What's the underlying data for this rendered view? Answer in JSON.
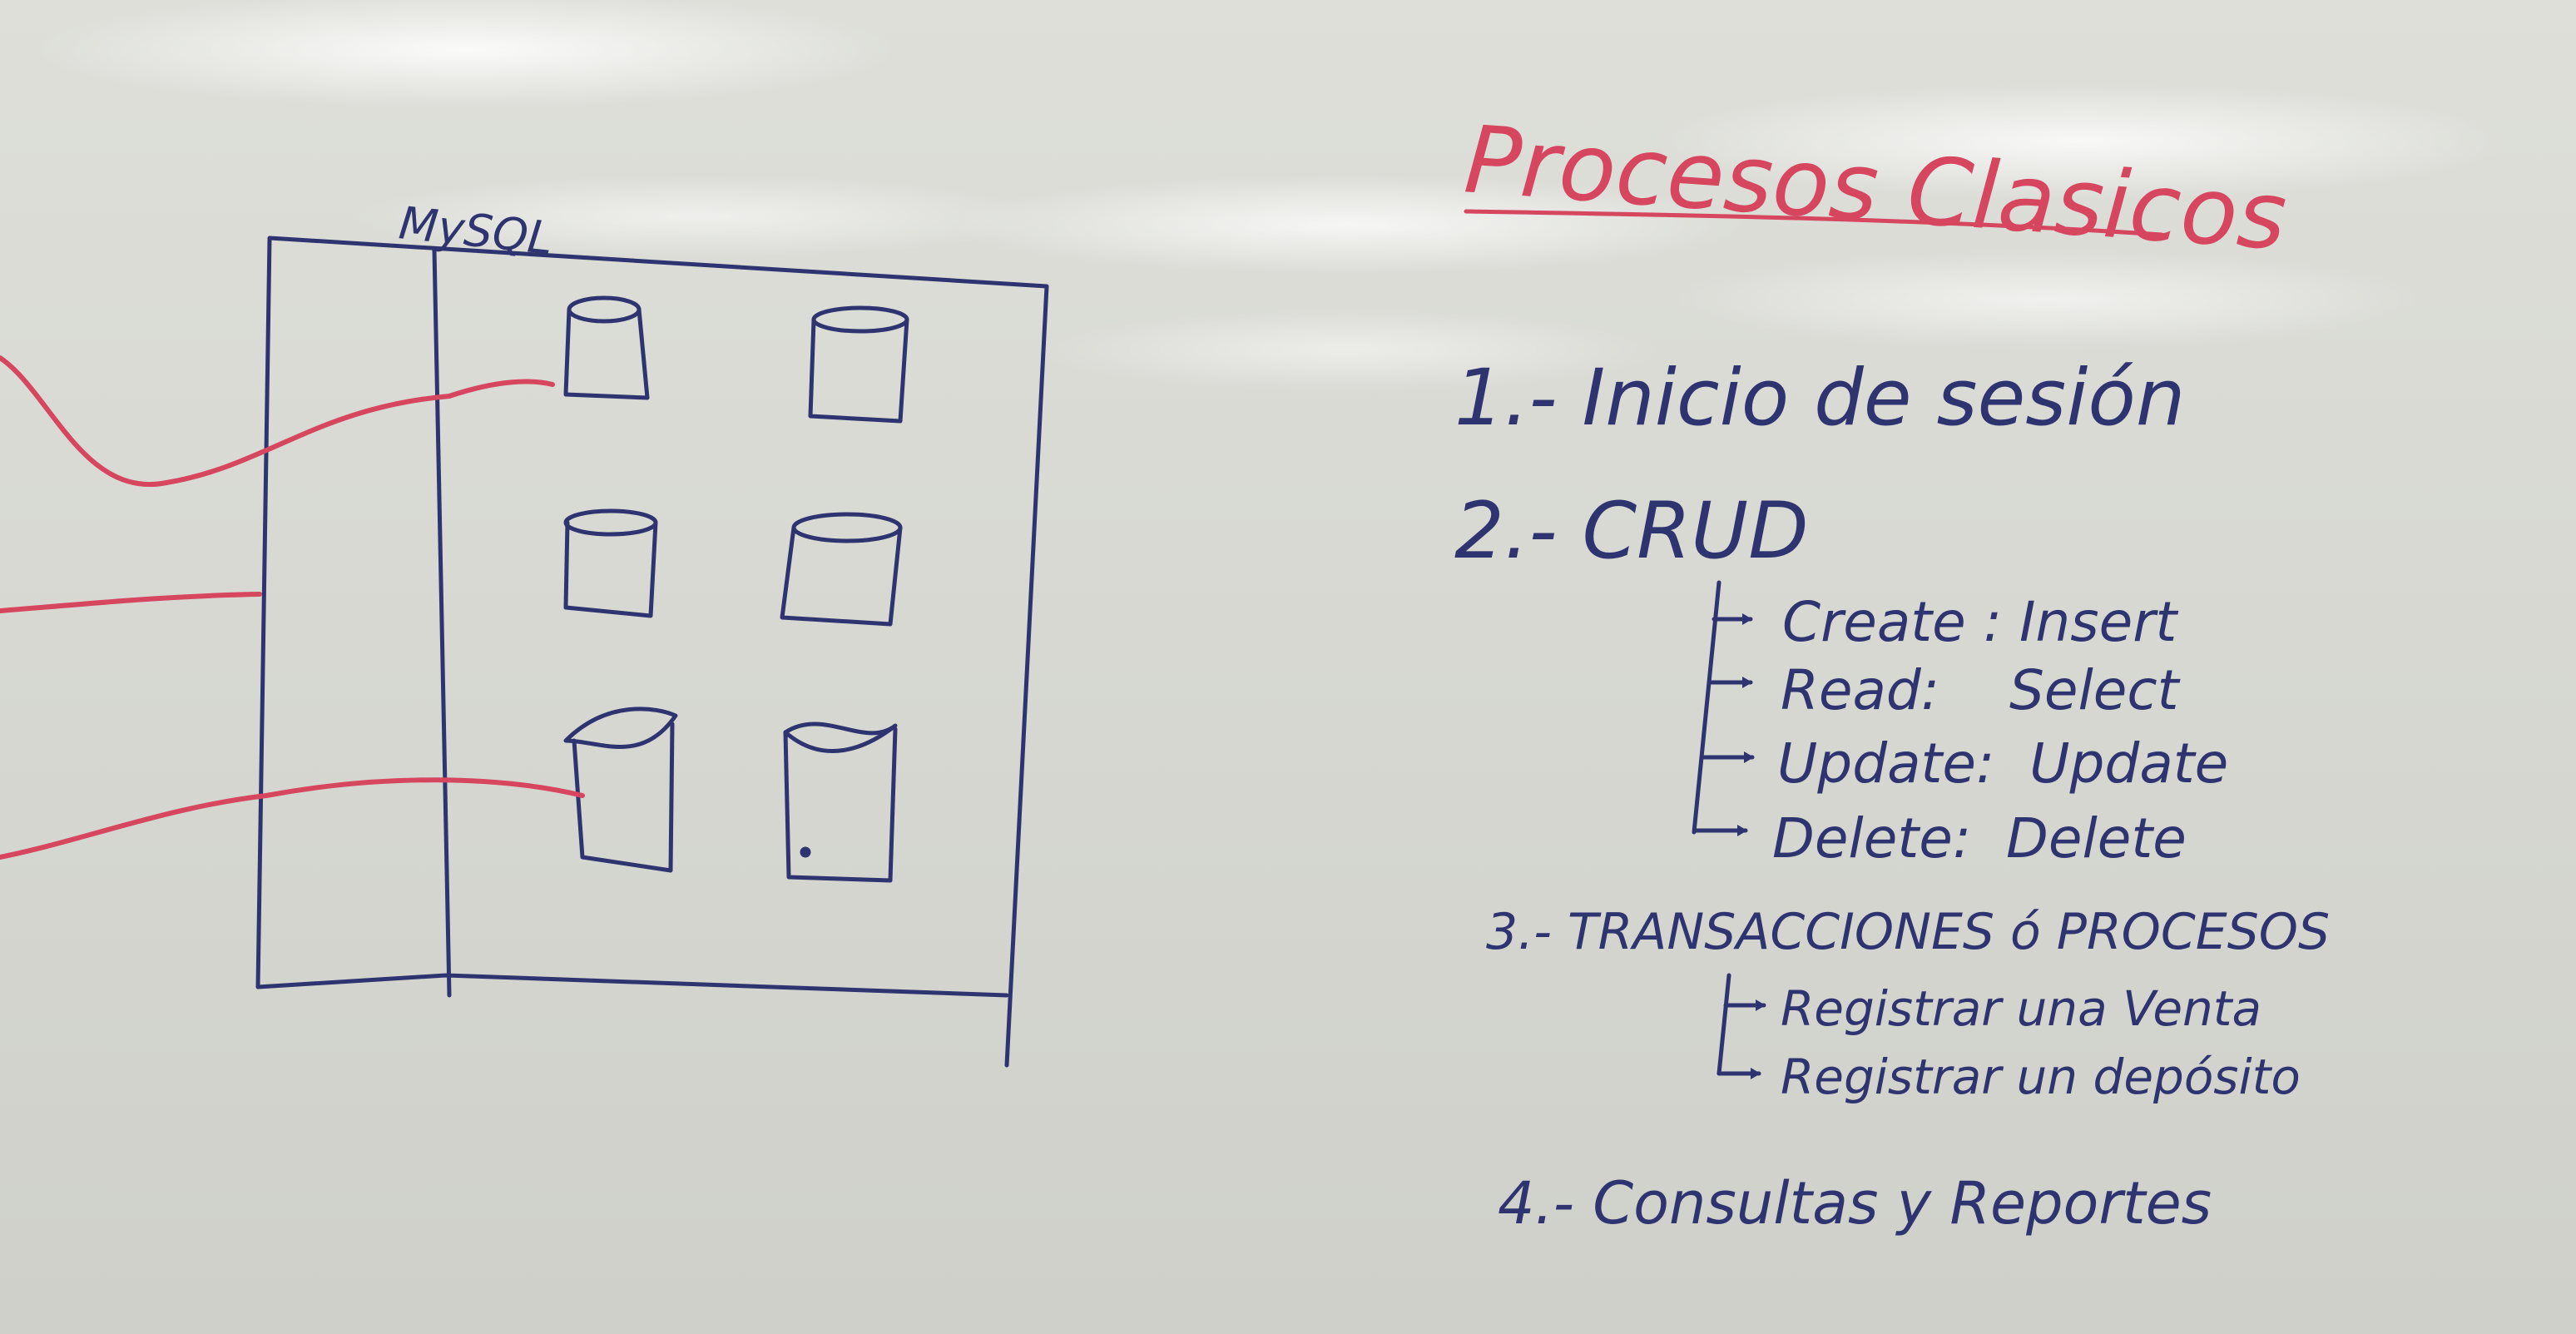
{
  "colors": {
    "blue_marker": "#2e3470",
    "red_marker": "#d6465e"
  },
  "diagram": {
    "server_label": "MySQL"
  },
  "notes": {
    "title": "Procesos Clasicos",
    "items": [
      {
        "text": "1.- Inicio de sesión"
      },
      {
        "text": "2.- CRUD",
        "subitems": [
          "Create : Insert",
          "Read:    Select",
          "Update:  Update",
          "Delete:  Delete"
        ]
      },
      {
        "text": "3.- TRANSACCIONES ó PROCESOS",
        "subitems": [
          "Registrar una Venta",
          "Registrar un depósito"
        ]
      },
      {
        "text": "4.- Consultas y Reportes"
      }
    ]
  }
}
